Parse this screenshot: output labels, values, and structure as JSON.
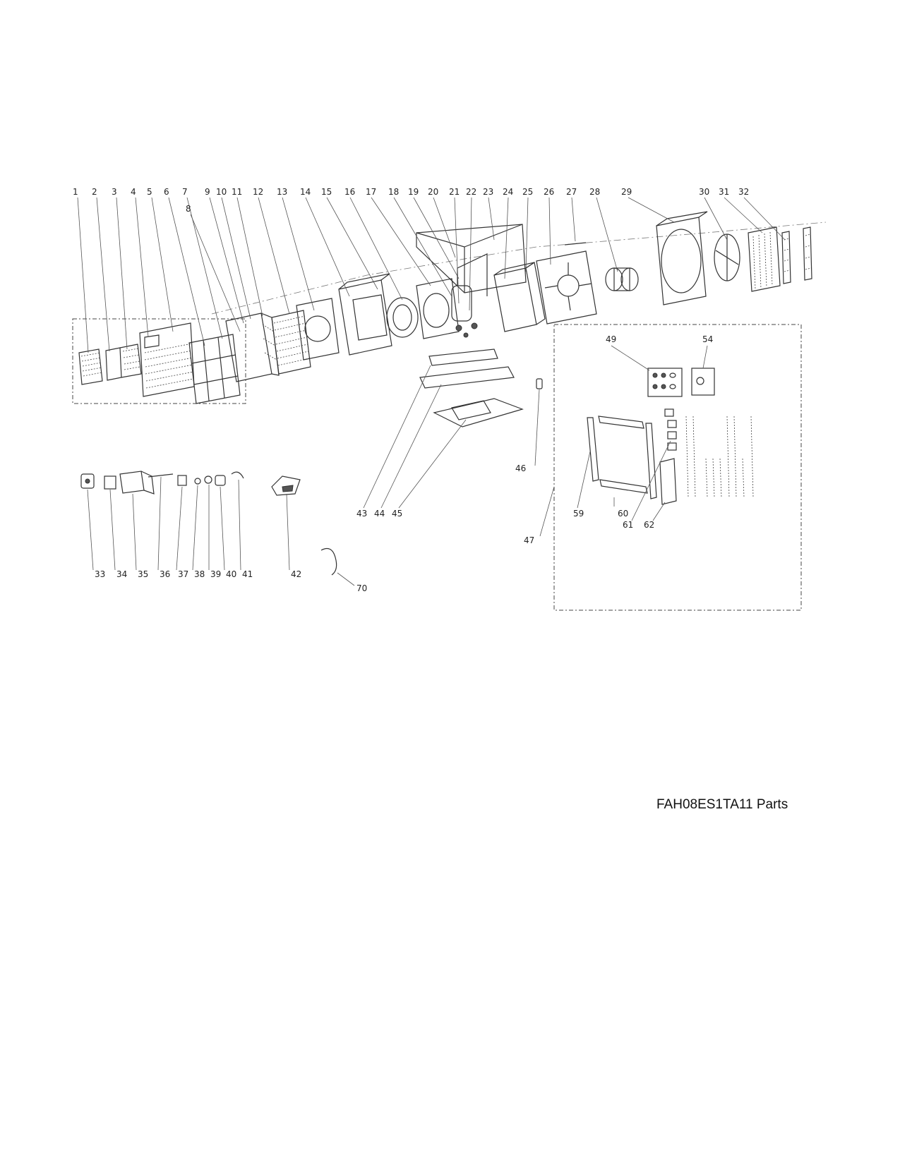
{
  "caption": "FAH08ES1TA11 Parts",
  "top_callouts": [
    "1",
    "2",
    "3",
    "4",
    "5",
    "6",
    "7",
    "8",
    "9",
    "10",
    "11",
    "12",
    "13",
    "14",
    "15",
    "16",
    "17",
    "18",
    "19",
    "20",
    "21",
    "22",
    "23",
    "24",
    "25",
    "26",
    "27",
    "28",
    "29",
    "30",
    "31",
    "32"
  ],
  "bottom_callouts": [
    "33",
    "34",
    "35",
    "36",
    "37",
    "38",
    "39",
    "40",
    "41",
    "42",
    "43",
    "44",
    "45",
    "46",
    "47",
    "59",
    "60",
    "61",
    "62",
    "70"
  ],
  "kit_callouts": [
    "49",
    "54"
  ]
}
